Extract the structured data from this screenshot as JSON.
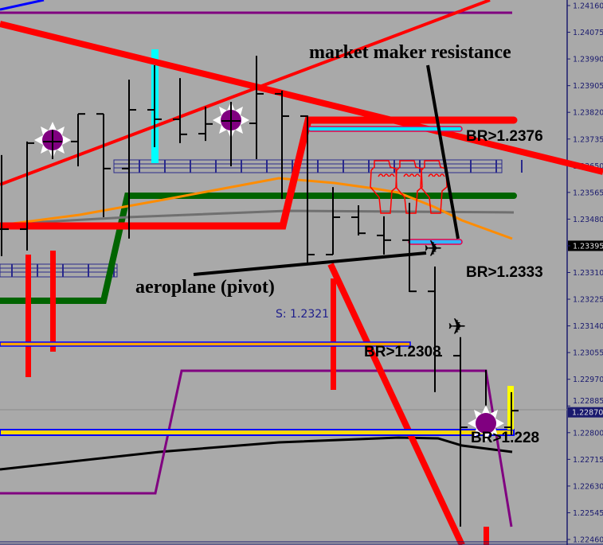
{
  "chart_data": {
    "type": "ohlc",
    "ylim": [
      1.2246,
      1.2416
    ],
    "y_ticks": [
      "1.24160",
      "1.24075",
      "1.23990",
      "1.23905",
      "1.23820",
      "1.23735",
      "1.23650",
      "1.23565",
      "1.23480",
      "1.23395",
      "1.23310",
      "1.23225",
      "1.23140",
      "1.23055",
      "1.22970",
      "1.22885",
      "1.22800",
      "1.22715",
      "1.22630",
      "1.22545",
      "1.22460"
    ],
    "y_tick_values": [
      1.2416,
      1.24075,
      1.2399,
      1.23905,
      1.2382,
      1.23735,
      1.2365,
      1.23565,
      1.2348,
      1.23395,
      1.2331,
      1.23225,
      1.2314,
      1.23055,
      1.2297,
      1.22885,
      1.228,
      1.22715,
      1.2263,
      1.22545,
      1.2246
    ],
    "highlighted_prices": [
      {
        "label": "1.23395",
        "value": 1.23395,
        "bg": "#000000"
      },
      {
        "label": "1.22870",
        "value": 1.2287,
        "bg": "#1a1a6e"
      }
    ],
    "bars": [
      {
        "o": 1.23448,
        "h": 1.23684,
        "l": 1.23362,
        "c": 1.23448
      },
      {
        "o": 1.23448,
        "h": 1.23727,
        "l": 1.2338,
        "c": 1.23722
      },
      {
        "o": 1.23727,
        "h": 1.23765,
        "l": 1.23671,
        "c": 1.23727
      },
      {
        "o": 1.23727,
        "h": 1.23815,
        "l": 1.23648,
        "c": 1.23815
      },
      {
        "o": 1.23815,
        "h": 1.23815,
        "l": 1.23486,
        "c": 1.23641
      },
      {
        "o": 1.23641,
        "h": 1.23924,
        "l": 1.23418,
        "c": 1.23828
      },
      {
        "o": 1.23828,
        "h": 1.2397,
        "l": 1.23709,
        "c": 1.23798
      },
      {
        "o": 1.23798,
        "h": 1.23929,
        "l": 1.23722,
        "c": 1.2375
      },
      {
        "o": 1.23752,
        "h": 1.23838,
        "l": 1.23729,
        "c": 1.23783
      },
      {
        "o": 1.23785,
        "h": 1.23853,
        "l": 1.23648,
        "c": 1.23785
      },
      {
        "o": 1.23785,
        "h": 1.24,
        "l": 1.23671,
        "c": 1.23879
      },
      {
        "o": 1.23879,
        "h": 1.23889,
        "l": 1.23544,
        "c": 1.23808
      },
      {
        "o": 1.23808,
        "h": 1.2381,
        "l": 1.23342,
        "c": 1.23367
      },
      {
        "o": 1.23367,
        "h": 1.23582,
        "l": 1.23367,
        "c": 1.23486
      },
      {
        "o": 1.23486,
        "h": 1.23524,
        "l": 1.23428,
        "c": 1.23435
      },
      {
        "o": 1.23428,
        "h": 1.23489,
        "l": 1.23367,
        "c": 1.23413
      },
      {
        "o": 1.23413,
        "h": 1.23532,
        "l": 1.23248,
        "c": 1.2325
      },
      {
        "o": 1.2325,
        "h": 1.23329,
        "l": 1.22929,
        "c": 1.23045
      },
      {
        "o": 1.23045,
        "h": 1.23104,
        "l": 1.22501,
        "c": 1.22817
      },
      {
        "o": 1.22817,
        "h": 1.23,
        "l": 1.22817,
        "c": 1.22817
      },
      {
        "o": 1.22817,
        "h": 1.22929,
        "l": 1.22792,
        "c": 1.2287
      }
    ],
    "current_price": 1.2287,
    "grid": false
  },
  "annotations": {
    "market_maker": "market maker resistance",
    "aeroplane": "aeroplane (pivot)",
    "support": "S: 1.2321",
    "br1": "BR>1.2376",
    "br2": "BR>1.2333",
    "br3": "BR>1.2308",
    "br4": "BR>1.228"
  },
  "icons": [
    "sun-marker-icon",
    "aeroplane-icon",
    "hand-icon"
  ],
  "colors": {
    "background": "#a9a9a9",
    "red": "#ff0000",
    "green": "#006400",
    "orange": "#ff8c00",
    "purple": "#800080",
    "cyan": "#00ffff",
    "yellow": "#ffff00",
    "axis": "#1a1a6e"
  }
}
